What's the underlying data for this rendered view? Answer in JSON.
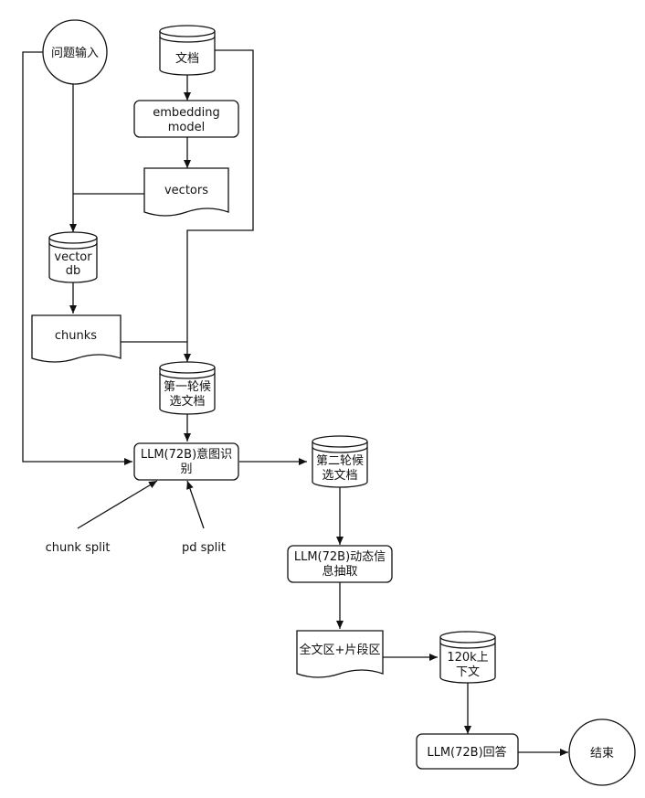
{
  "diagram": {
    "nodes": {
      "question_input": "问题输入",
      "documents": "文档",
      "embedding_model": [
        "embedding",
        "model"
      ],
      "vectors": "vectors",
      "vector_db": [
        "vector",
        "db"
      ],
      "chunks": "chunks",
      "first_round_candidates": [
        "第一轮候",
        "选文档"
      ],
      "llm_intent": [
        "LLM(72B)意图识",
        "别"
      ],
      "chunk_split": "chunk split",
      "pd_split": "pd split",
      "second_round_candidates": [
        "第二轮候",
        "选文档"
      ],
      "llm_extract": [
        "LLM(72B)动态信",
        "息抽取"
      ],
      "fulltext_fragment": "全文区+片段区",
      "context_120k": [
        "120k上",
        "下文"
      ],
      "llm_answer": "LLM(72B)回答",
      "end": "结束"
    }
  }
}
